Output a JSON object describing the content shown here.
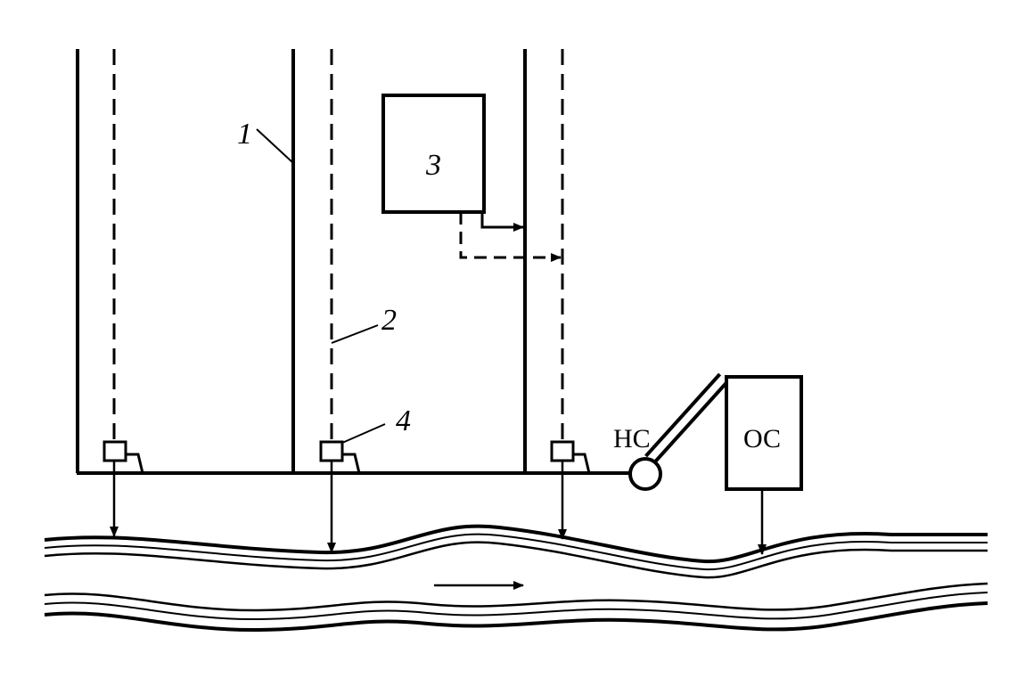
{
  "labels": {
    "solid_sewer": "1",
    "dashed_sewer": "2",
    "enterprise": "3",
    "chamber": "4",
    "pump_station": "НС",
    "treatment": "ОС"
  },
  "colors": {
    "line": "#000000",
    "background": "#ffffff"
  }
}
